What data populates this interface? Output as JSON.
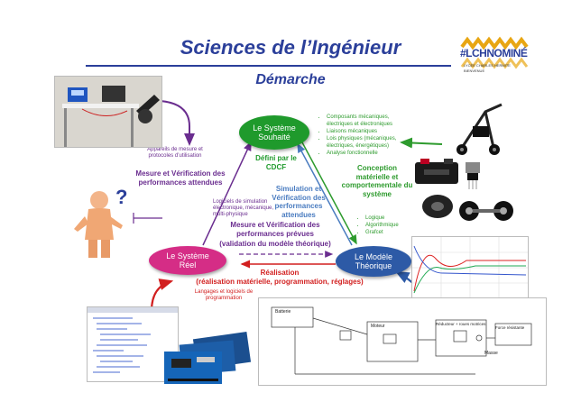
{
  "header": {
    "title": "Sciences de l’Ingénieur",
    "subtitle": "Démarche"
  },
  "logo": {
    "main": "#LCHNOMINÉ",
    "line1": "LYCÉE CHARLES HERMITE",
    "line2": "BIENVENUE"
  },
  "nodes": {
    "souhaite": {
      "label": "Le Système Souhaité",
      "caption": "Défini par le CDCF"
    },
    "reel": {
      "label": "Le Système Réel"
    },
    "modele": {
      "label": "Le Modèle Théorique"
    }
  },
  "left_labels": {
    "appareils": "Appareils de mesure et protocoles d’utilisation",
    "mesure_verif": "Mesure et Vérification des performances attendues"
  },
  "center_labels": {
    "logiciels": "Logiciels de simulation électronique, mécanique, multi-physique",
    "simulation": "Simulation et Vérification des performances attendues",
    "mesure_prevues": "Mesure et Vérification des performances prévues",
    "validation": "(validation du modèle théorique)"
  },
  "right_labels": {
    "bullets_top": [
      "Composants mécaniques, électriques et électroniques",
      "Liaisons mécaniques",
      "Lois physiques (mécaniques, électriques, énergétiques)",
      "Analyse fonctionnelle"
    ],
    "conception": "Conception matérielle et comportementale du système",
    "bullets_bottom": [
      "Logique",
      "Algorithmique",
      "Grafcet"
    ]
  },
  "bottom_labels": {
    "realisation_title": "Réalisation",
    "realisation_detail": "(réalisation matérielle, programmation, réglages)",
    "langages": "Langages et logiciels de programmation"
  },
  "diagram_blocks": [
    "Batterie",
    "Moteur",
    "Réducteur + roues motrices",
    "Masse",
    "Force résistante"
  ],
  "colors": {
    "title": "#2b3f9a",
    "souhaite": "#1f9a2c",
    "reel": "#d52d86",
    "modele": "#2d5aa6",
    "green_text": "#2e9b2e",
    "purple_text": "#6a2d8f",
    "blue_text": "#4a7cc0",
    "red_text": "#d21f1f"
  }
}
